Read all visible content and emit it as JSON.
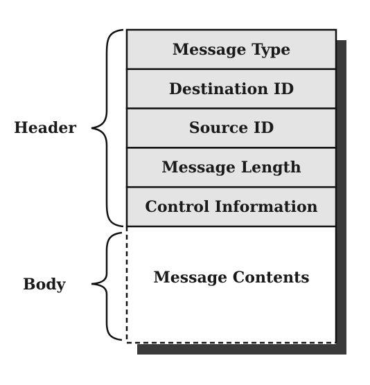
{
  "header": {
    "label": "Header",
    "fields": [
      "Message Type",
      "Destination ID",
      "Source ID",
      "Message Length",
      "Control Information"
    ]
  },
  "body": {
    "label": "Body",
    "contents": "Message Contents"
  },
  "colors": {
    "field_fill": "#e4e4e4",
    "border": "#111111",
    "shadow": "#3a3a3a",
    "background": "#ffffff"
  }
}
